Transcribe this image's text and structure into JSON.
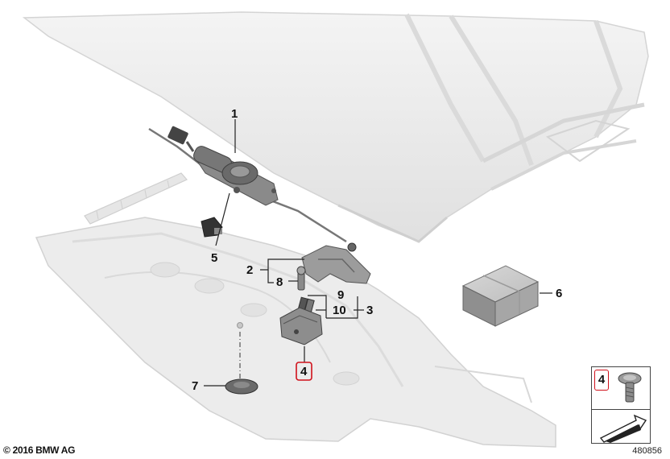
{
  "callouts": {
    "c1": "1",
    "c2": "2",
    "c3": "3",
    "c4": "4",
    "c5": "5",
    "c6": "6",
    "c7": "7",
    "c8": "8",
    "c9": "9",
    "c10": "10"
  },
  "legend": {
    "number": "4"
  },
  "footer": {
    "copyright": "© 2016 BMW AG",
    "diagram_id": "480856"
  },
  "colors": {
    "highlight": "#d0101a",
    "part_gray": "#6e6e6e",
    "panel": "#e8e8e8"
  }
}
